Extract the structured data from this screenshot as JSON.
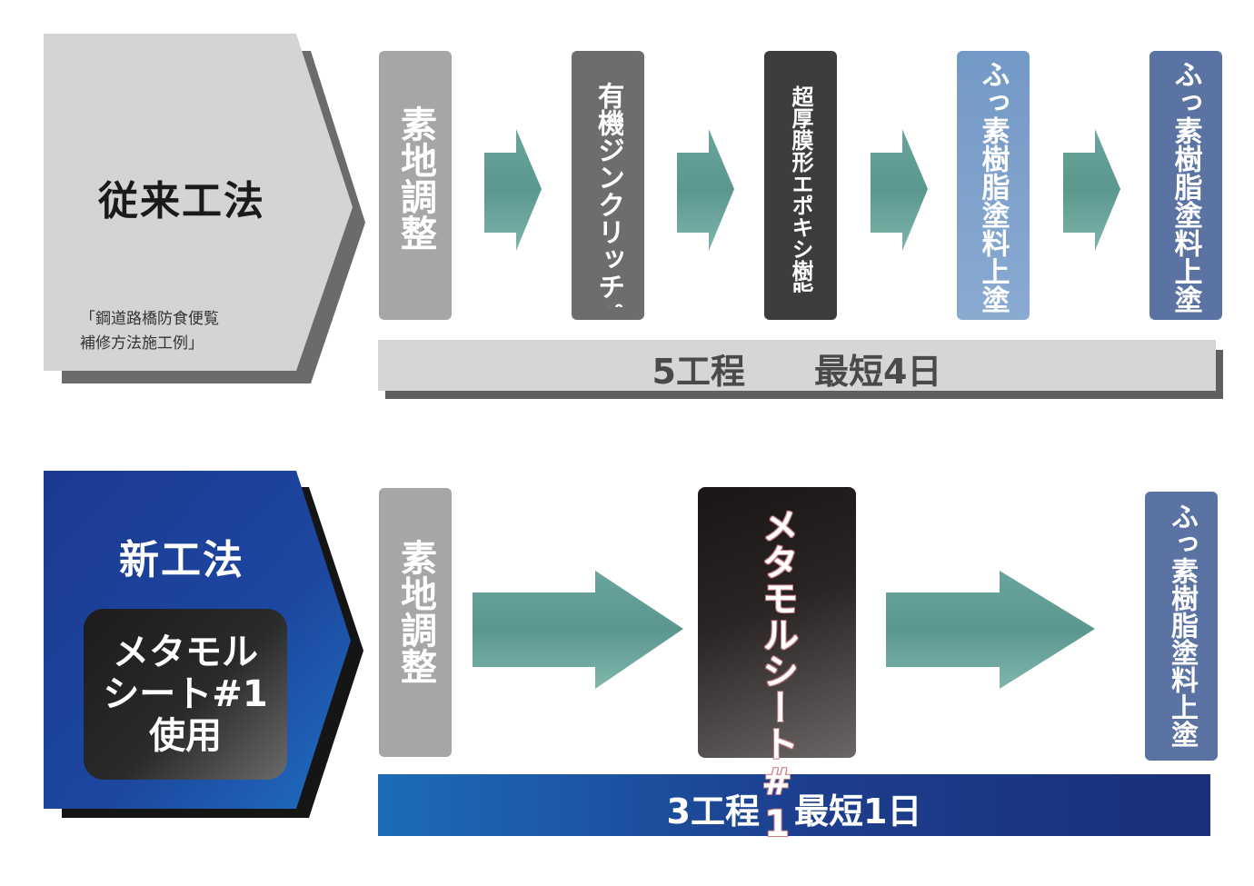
{
  "conventional": {
    "title": "従来工法",
    "source_line1": "「鋼道路橋防食便覧",
    "source_line2": "補修方法施工例」",
    "steps": [
      "素地調整",
      "有機ジンクリッチペイント",
      "超厚膜形エポキシ樹脂塗料",
      "ふっ素樹脂塗料上塗",
      "ふっ素樹脂塗料上塗"
    ],
    "summary": "5工程　　最短4日"
  },
  "new_method": {
    "title": "新工法",
    "product_line1": "メタモル",
    "product_line2": "シート#1",
    "product_line3": "使用",
    "steps": [
      "素地調整",
      "メタモルシート#1",
      "ふっ素樹脂塗料上塗"
    ],
    "summary": "3工程　最短1日"
  },
  "colors": {
    "step_gray": "#a6a6a6",
    "step_darkgray": "#6d6d6d",
    "step_charcoal": "#3d3d3d",
    "step_lightblue": "#7f9fc7",
    "step_blue": "#5a73a3",
    "arrow_teal": "#5f9c95",
    "new_blue": "#1f3f96"
  }
}
